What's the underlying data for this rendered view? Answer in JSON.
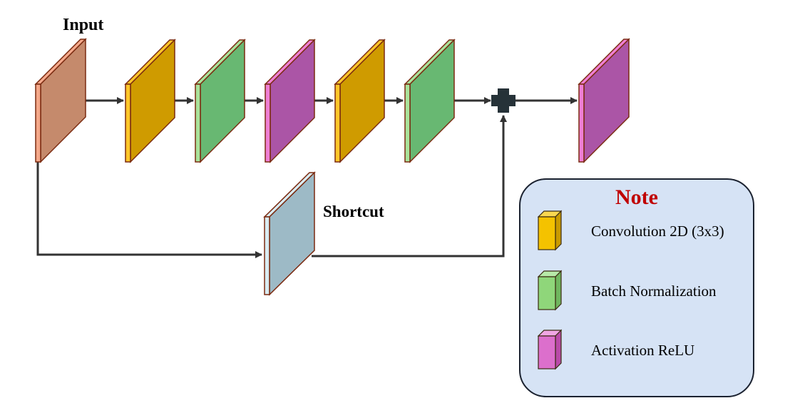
{
  "labels": {
    "input": "Input",
    "shortcut": "Shortcut"
  },
  "blocks": {
    "input": "#c58a6c",
    "conv": "#cf9b00",
    "bn": "#68b872",
    "relu": "#ab55a6",
    "shortcut": "#9dbac6"
  },
  "note": {
    "title": "Note",
    "items": [
      {
        "label": "Convolution 2D (3x3)",
        "color": "#f4c200",
        "icon": "yellow-cube-icon"
      },
      {
        "label": "Batch Normalization",
        "color": "#8fd67a",
        "icon": "green-cube-icon"
      },
      {
        "label": "Activation ReLU",
        "color": "#dc6fcc",
        "icon": "pink-cube-icon"
      }
    ]
  },
  "colors": {
    "note_bg": "#d6e3f5",
    "note_title": "#c00000",
    "arrow": "#333333",
    "plus": "#263238"
  }
}
